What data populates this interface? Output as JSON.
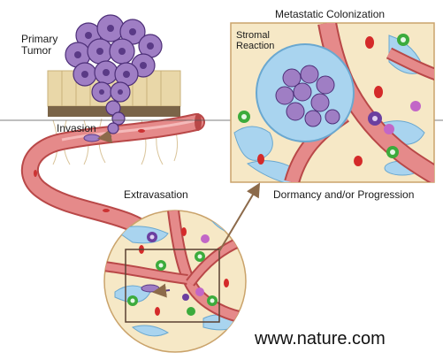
{
  "labels": {
    "primary_tumor": "Primary Tumor",
    "invasion": "Invasion",
    "metastatic_colonization": "Metastatic Colonization",
    "stromal_reaction": "Stromal Reaction",
    "extravasation": "Extravasation",
    "dormancy_progression": "Dormancy and/or Progression",
    "watermark": "www.nature.com"
  },
  "colors": {
    "vessel": "#e07878",
    "vessel_dark": "#b94848",
    "tumor_cell": "#9f7ec4",
    "tumor_nucleus": "#5a3a86",
    "tissue_bg": "#f6e8c6",
    "stroma_blue": "#a9d4ef",
    "red_cell": "#d42a2a",
    "green_cell": "#3cab3c",
    "magenta_cell": "#c266c7",
    "arrow": "#8c6a4a"
  }
}
